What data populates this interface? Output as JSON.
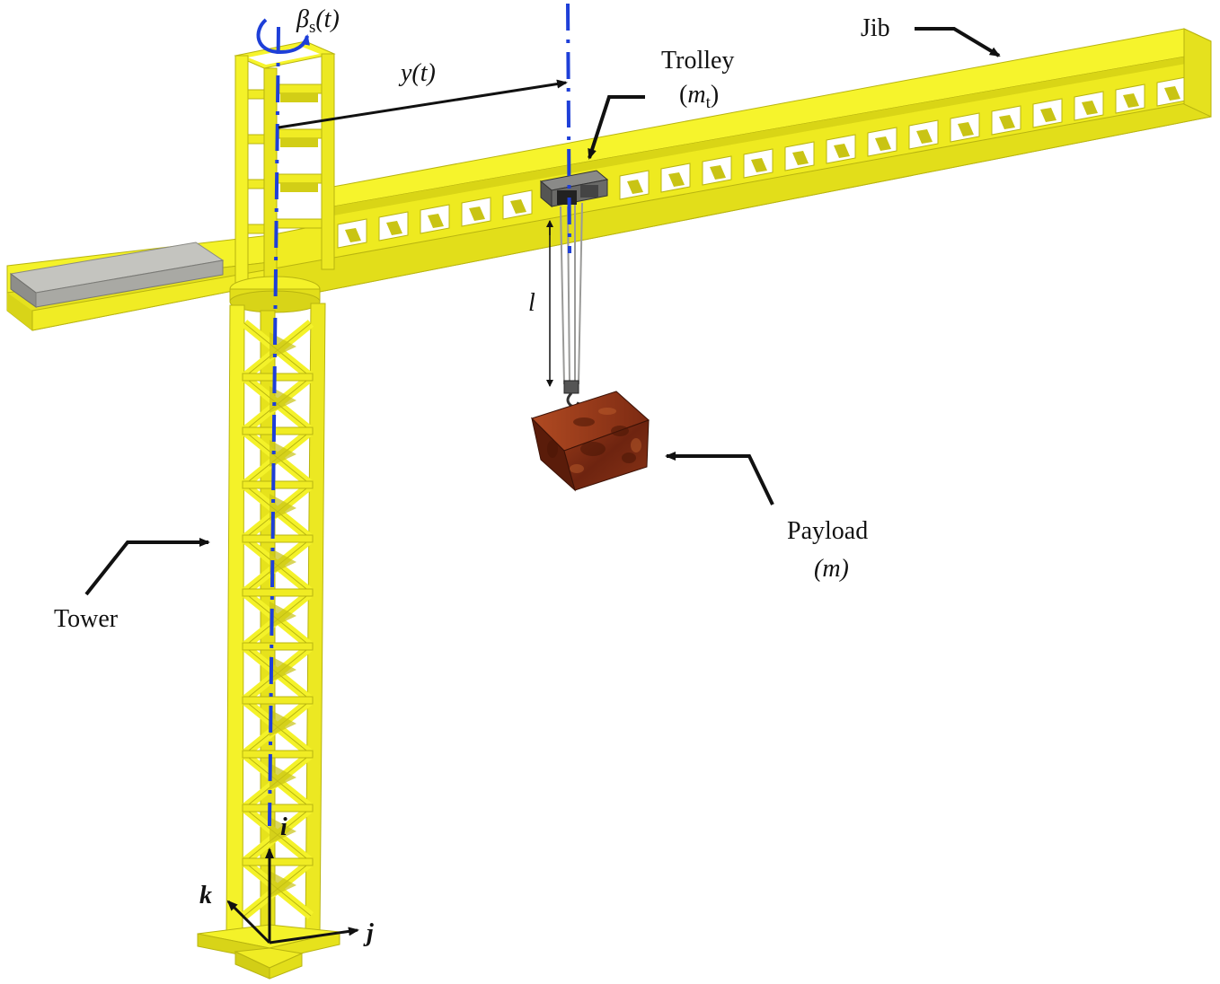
{
  "labels": {
    "jib": "Jib",
    "trolley": "Trolley",
    "trolley_mass_open": "(",
    "trolley_mass_symbol": "m",
    "trolley_mass_sub": "t",
    "trolley_mass_close": ")",
    "tower": "Tower",
    "payload": "Payload",
    "payload_mass": "(m)",
    "rope_length": "l",
    "trolley_position": "y(t)",
    "slew_angle_symbol": "β",
    "slew_angle_sub": "s",
    "slew_angle_arg": "(t)",
    "axis_i": "i",
    "axis_j": "j",
    "axis_k": "k"
  },
  "colors": {
    "steel": "#f4f229",
    "steel_dark": "#c9c414",
    "steel_shadow": "#9c9a12",
    "counterweight": "#a9a9a4",
    "payload": "#7a2b12",
    "axis_blue": "#1e3fd8",
    "arrow": "#111111"
  }
}
